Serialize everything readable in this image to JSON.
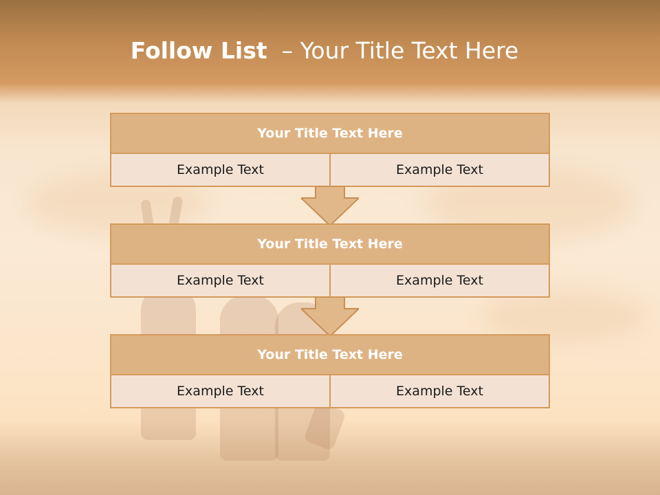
{
  "slide": {
    "title_bold": "Follow List",
    "title_rest": "– Your Title Text Here"
  },
  "steps": [
    {
      "header": "Your Title Text Here",
      "left": "Example Text",
      "right": "Example Text"
    },
    {
      "header": "Your Title Text Here",
      "left": "Example Text",
      "right": "Example Text"
    },
    {
      "header": "Your Title Text Here",
      "left": "Example Text",
      "right": "Example Text"
    }
  ],
  "colors": {
    "header_fill": "#deb383",
    "cell_fill": "#f3e2d4",
    "border": "#d49a5c",
    "title_text": "#ffffff"
  },
  "icons": [
    "down-arrow-icon",
    "down-arrow-icon"
  ]
}
